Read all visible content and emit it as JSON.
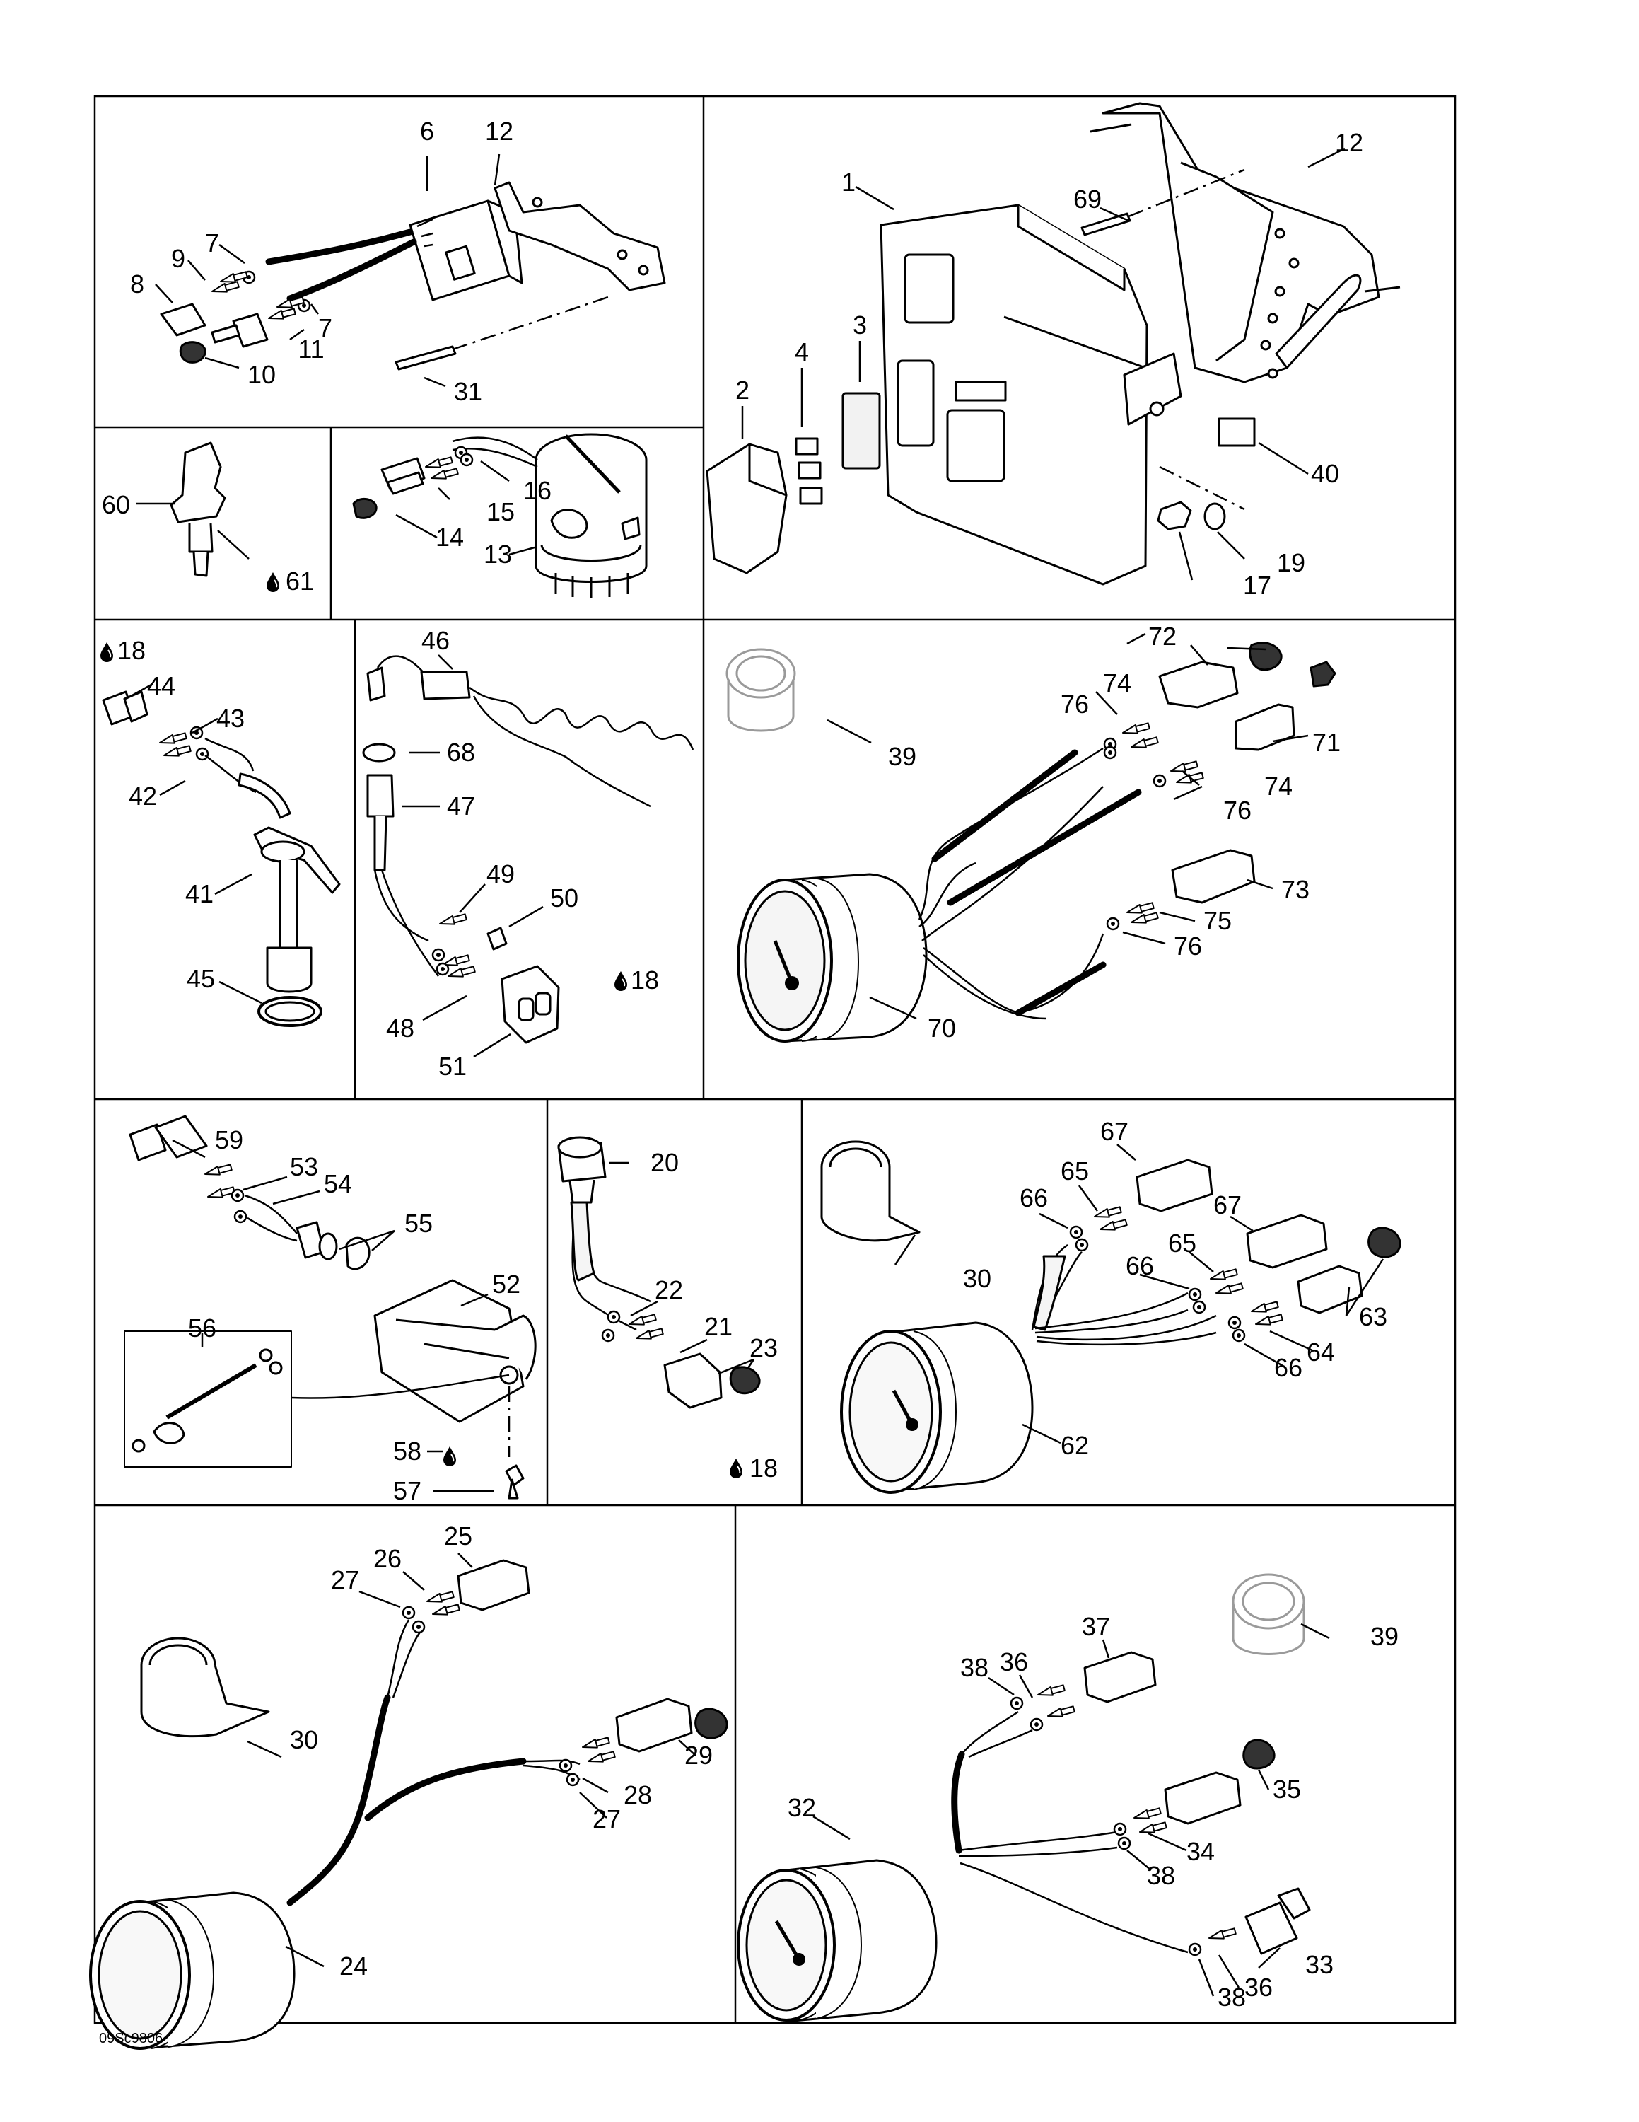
{
  "figure_code": "09Sc9806",
  "icons": {
    "drop": "oil-drop-icon"
  },
  "labels": {
    "p1": "1",
    "p2": "2",
    "p3": "3",
    "p4": "4",
    "p6": "6",
    "p7a": "7",
    "p7b": "7",
    "p8": "8",
    "p9": "9",
    "p10": "10",
    "p11": "11",
    "p12a": "12",
    "p12b": "12",
    "p13": "13",
    "p14": "14",
    "p15": "15",
    "p16": "16",
    "p17": "17",
    "p18a": "18",
    "p18b": "18",
    "p18c": "18",
    "p19": "19",
    "p20": "20",
    "p21": "21",
    "p22": "22",
    "p23": "23",
    "p24": "24",
    "p25": "25",
    "p26": "26",
    "p27a": "27",
    "p27b": "27",
    "p28": "28",
    "p29": "29",
    "p30a": "30",
    "p30b": "30",
    "p31": "31",
    "p32": "32",
    "p33": "33",
    "p34": "34",
    "p35": "35",
    "p36a": "36",
    "p36b": "36",
    "p37": "37",
    "p38a": "38",
    "p38b": "38",
    "p38c": "38",
    "p39a": "39",
    "p39b": "39",
    "p40": "40",
    "p41": "41",
    "p42": "42",
    "p43": "43",
    "p44": "44",
    "p45": "45",
    "p46": "46",
    "p47": "47",
    "p48": "48",
    "p49": "49",
    "p50": "50",
    "p51": "51",
    "p52": "52",
    "p53": "53",
    "p54": "54",
    "p55": "55",
    "p56": "56",
    "p57": "57",
    "p58": "58",
    "p59": "59",
    "p60": "60",
    "p61": "61",
    "p62": "62",
    "p63": "63",
    "p64": "64",
    "p65a": "65",
    "p65b": "65",
    "p66a": "66",
    "p66b": "66",
    "p66c": "66",
    "p67a": "67",
    "p67b": "67",
    "p68": "68",
    "p69": "69",
    "p70": "70",
    "p71": "71",
    "p72": "72",
    "p73": "73",
    "p74a": "74",
    "p74b": "74",
    "p75": "75",
    "p76a": "76",
    "p76b": "76",
    "p76c": "76"
  }
}
